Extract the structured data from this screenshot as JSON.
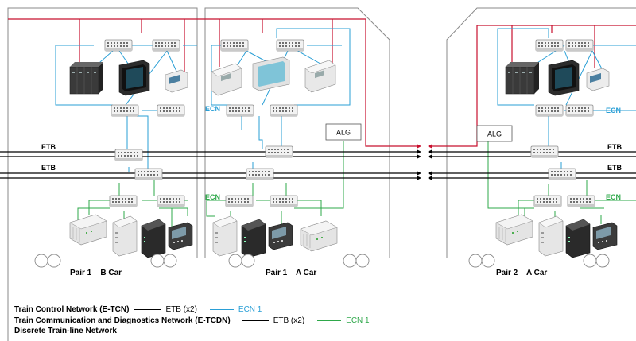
{
  "colors": {
    "etb": "#000000",
    "ecn_blue": "#2a9fd6",
    "ecn_green": "#2ea84a",
    "train_line": "#c8102e",
    "car_outline": "#8a8a8a"
  },
  "cars": [
    {
      "label": "Pair 1 – B Car"
    },
    {
      "label": "Pair 1 – A Car"
    },
    {
      "label": "Pair 2 – A Car"
    }
  ],
  "labels": {
    "etb": "ETB",
    "ecn": "ECN",
    "alg": "ALG"
  },
  "legend": [
    {
      "name": "Train Control Network (E-TCN)",
      "etb": "ETB (x2)",
      "ecn": "ECN 1"
    },
    {
      "name": "Train Communication and Diagnostics Network (E-TCDN)",
      "etb": "ETB (x2)",
      "ecn": "ECN 1"
    },
    {
      "name": "Discrete Train-line Network"
    }
  ]
}
